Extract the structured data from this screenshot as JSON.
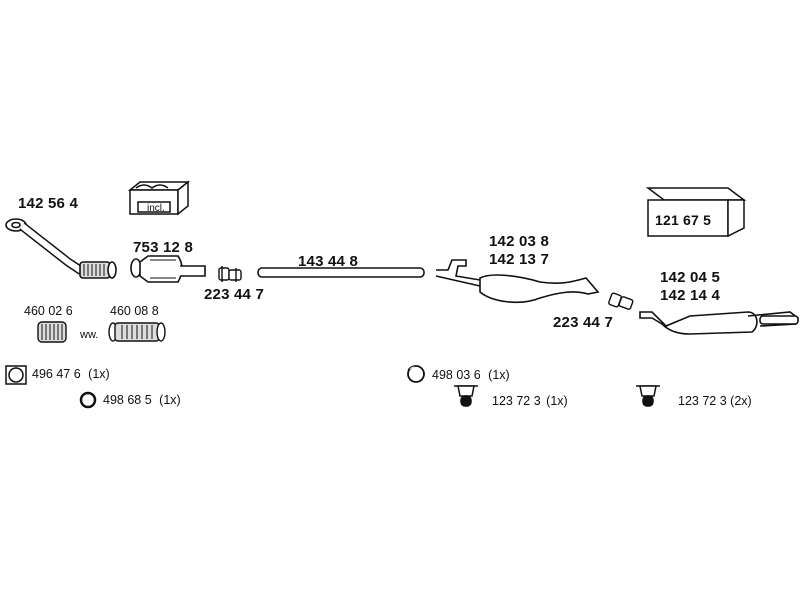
{
  "parts": {
    "front_pipe": "142 56 4",
    "catalyst": "753 12 8",
    "clamp_front": "223 44 7",
    "intermediate_pipe": "143 44 8",
    "center_silencer_a": "142 03 8",
    "center_silencer_b": "142 13 7",
    "clamp_rear": "223 44 7",
    "rear_silencer_a": "142 04 5",
    "rear_silencer_b": "142 14 4",
    "flex_pipe_a": "460 02 6",
    "flex_pipe_b": "460 08 8",
    "flex_separator": "ww.",
    "gasket_square": "496 47 6",
    "gasket_square_qty": "(1x)",
    "ring_gasket": "498 68 5",
    "ring_gasket_qty": "(1x)",
    "seal_ring": "498 03 6",
    "seal_ring_qty": "(1x)",
    "hanger_center": "123 72 3",
    "hanger_center_qty": "(1x)",
    "hanger_rear": "123 72 3",
    "hanger_rear_qty": "(2x)",
    "mounting_kit": "121 67 5",
    "incl_label": "incl."
  }
}
